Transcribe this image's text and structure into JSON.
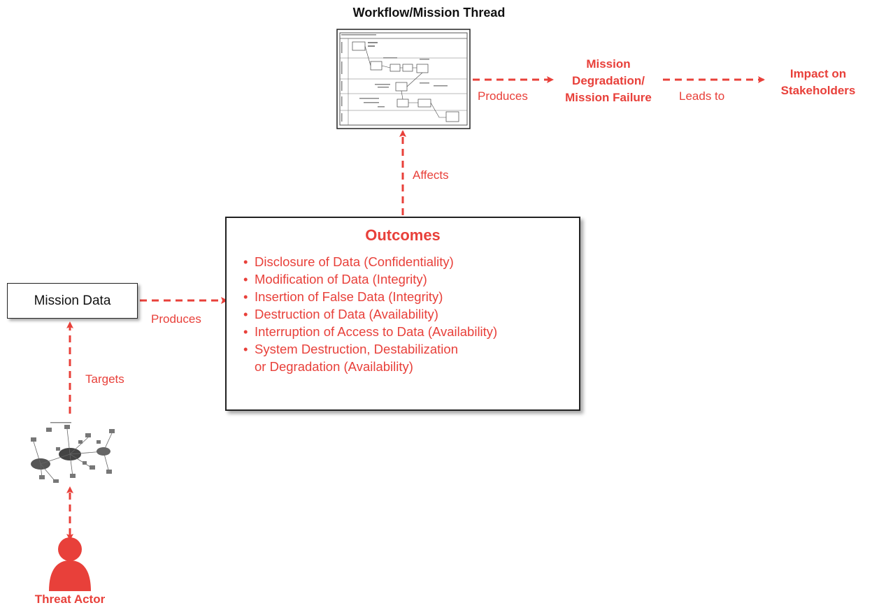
{
  "workflow": {
    "title": "Workflow/Mission Thread"
  },
  "mission_degradation": {
    "line1": "Mission",
    "line2": "Degradation/",
    "line3": "Mission Failure"
  },
  "impact": {
    "line1": "Impact on",
    "line2": "Stakeholders"
  },
  "edges": {
    "produces_top": "Produces",
    "leads_to": "Leads to",
    "affects": "Affects",
    "produces_left": "Produces",
    "targets": "Targets"
  },
  "mission_data": {
    "label": "Mission Data"
  },
  "outcomes": {
    "title": "Outcomes",
    "items": [
      "Disclosure of Data (Confidentiality)",
      "Modification of Data (Integrity)",
      "Insertion of False Data (Integrity)",
      "Destruction of Data (Availability)",
      "Interruption of Access to Data (Availability)",
      "System Destruction, Destabilization"
    ],
    "item_continuation": "or Degradation (Availability)"
  },
  "threat_actor": {
    "label": "Threat Actor"
  },
  "colors": {
    "accent": "#e8403a",
    "text": "#111111",
    "border": "#222222"
  }
}
